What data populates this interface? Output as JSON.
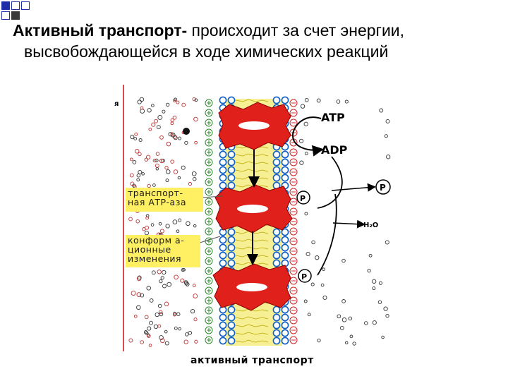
{
  "slide": {
    "title_bold": "Активный транспорт-",
    "title_rest": " происходит за счет энергии,",
    "title_line2": "высвобождающейся в ходе химических реакций"
  },
  "diagram": {
    "labels": {
      "atpase": "транспорт-\nная АТР-аза",
      "conformation": "конформ а-\nционные\nизменения"
    },
    "molecules": {
      "atp": "ATP",
      "adp": "ADP",
      "phosphate": "P",
      "water": "H₂O",
      "edge_letter": "я"
    },
    "caption": "активный транспорт"
  },
  "colors": {
    "bullet_blue": "#1f2fa8",
    "bullet_dark": "#3a3a3a",
    "pump_red": "#e0201a",
    "bilayer_head": "#1060c8",
    "bilayer_tail": "#f0e23a",
    "plus_ion": "#2a8a2a",
    "minus_ion": "#d02020",
    "label_bg": "#ffef63",
    "divider": "#d01010"
  }
}
